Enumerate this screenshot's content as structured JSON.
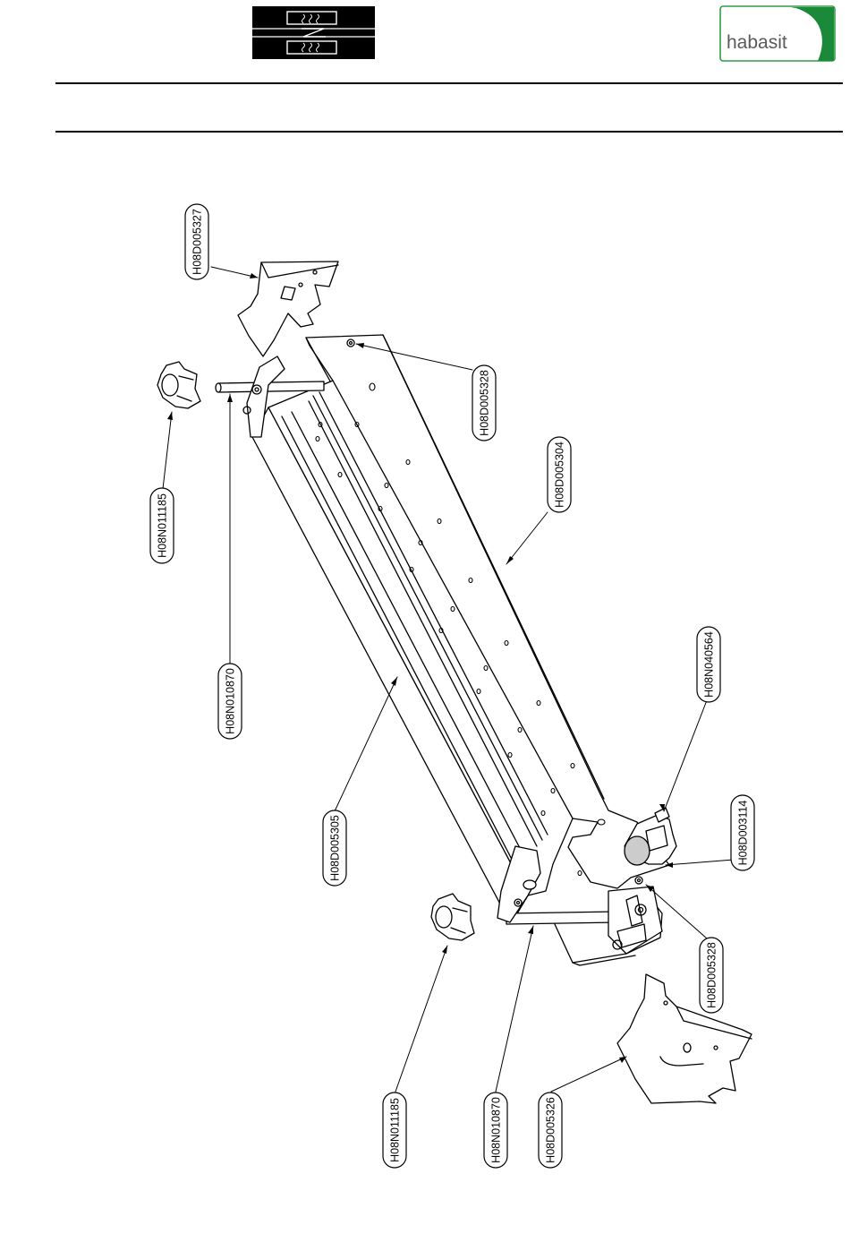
{
  "logo": {
    "text": "habasit",
    "border_color": "#2e9e44",
    "swoosh_color": "#1a8a3a"
  },
  "callouts": [
    {
      "id": "c1",
      "label": "H08D005327"
    },
    {
      "id": "c2",
      "label": "H08N011185"
    },
    {
      "id": "c3",
      "label": "H08N010870"
    },
    {
      "id": "c4",
      "label": "H08D005328"
    },
    {
      "id": "c5",
      "label": "H08D005304"
    },
    {
      "id": "c6",
      "label": "H08D005305"
    },
    {
      "id": "c7",
      "label": "H08N040564"
    },
    {
      "id": "c8",
      "label": "H08D003114"
    },
    {
      "id": "c9",
      "label": "H08D005328"
    },
    {
      "id": "c10",
      "label": "H08N011185"
    },
    {
      "id": "c11",
      "label": "H08N010870"
    },
    {
      "id": "c12",
      "label": "H08D005326"
    }
  ]
}
